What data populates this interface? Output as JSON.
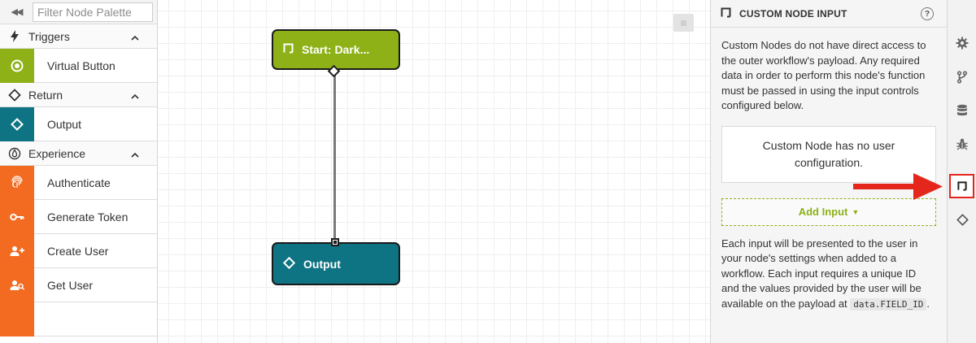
{
  "palette": {
    "filter_placeholder": "Filter Node Palette",
    "categories": [
      {
        "label": "Triggers",
        "icon": "bolt-icon",
        "items": [
          {
            "label": "Virtual Button",
            "color": "#8db117",
            "icon": "radio-dot-icon"
          }
        ]
      },
      {
        "label": "Return",
        "icon": "diamond-icon",
        "items": [
          {
            "label": "Output",
            "color": "#0e7383",
            "icon": "diamond-icon"
          }
        ]
      },
      {
        "label": "Experience",
        "icon": "droplet-icon",
        "items": [
          {
            "label": "Authenticate",
            "color": "#f36b21",
            "icon": "fingerprint-icon"
          },
          {
            "label": "Generate Token",
            "color": "#f36b21",
            "icon": "key-icon"
          },
          {
            "label": "Create User",
            "color": "#f36b21",
            "icon": "user-plus-icon"
          },
          {
            "label": "Get User",
            "color": "#f36b21",
            "icon": "user-search-icon"
          }
        ]
      }
    ]
  },
  "canvas": {
    "start_node": {
      "label": "Start: Dark...",
      "color": "#8db117"
    },
    "output_node": {
      "label": "Output",
      "color": "#0e7383"
    }
  },
  "panel": {
    "title": "CUSTOM NODE INPUT",
    "help": "?",
    "intro": "Custom Nodes do not have direct access to the outer workflow's payload. Any required data in order to perform this node's function must be passed in using the input controls configured below.",
    "no_config": "Custom Node has no user configuration.",
    "add_input": "Add Input",
    "outro_prefix": "Each input will be presented to the user in your node's settings when added to a workflow. Each input requires a unique ID and the values provided by the user will be available on the payload at ",
    "outro_code": "data.FIELD_ID",
    "outro_suffix": "."
  },
  "rail": {
    "icons": [
      "gear-icon",
      "branch-icon",
      "database-icon",
      "bug-icon",
      "custom-node-icon",
      "diamond-icon"
    ],
    "highlight": "#e5261c"
  }
}
